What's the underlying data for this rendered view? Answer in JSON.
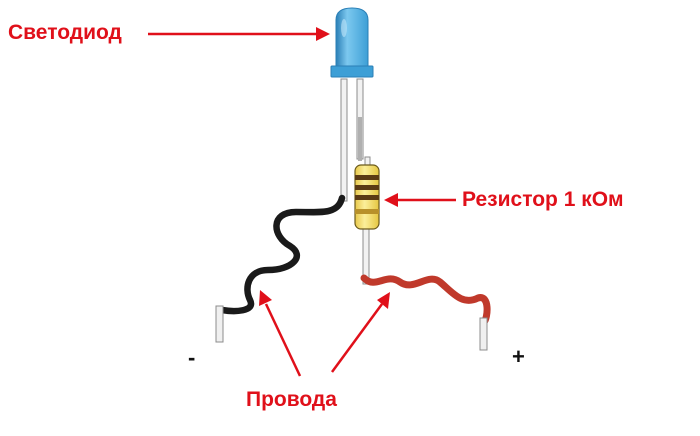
{
  "labels": {
    "led": "Светодиод",
    "resistor": "Резистор 1 кОм",
    "wires": "Провода"
  },
  "terminals": {
    "minus": "-",
    "plus": "+"
  },
  "colors": {
    "label": "#e0101a",
    "arrow": "#e0101a",
    "led_body": "#3d9fd6",
    "led_highlight": "#7cc8ef",
    "led_shadow": "#2a7fb6",
    "resistor_body": "#f2dc6a",
    "resistor_band": "#5a3a14",
    "lead": "#9a9a9a",
    "lead_light": "#e6e6e6",
    "wire_black": "#1a1a1a",
    "wire_red": "#c0392b"
  }
}
